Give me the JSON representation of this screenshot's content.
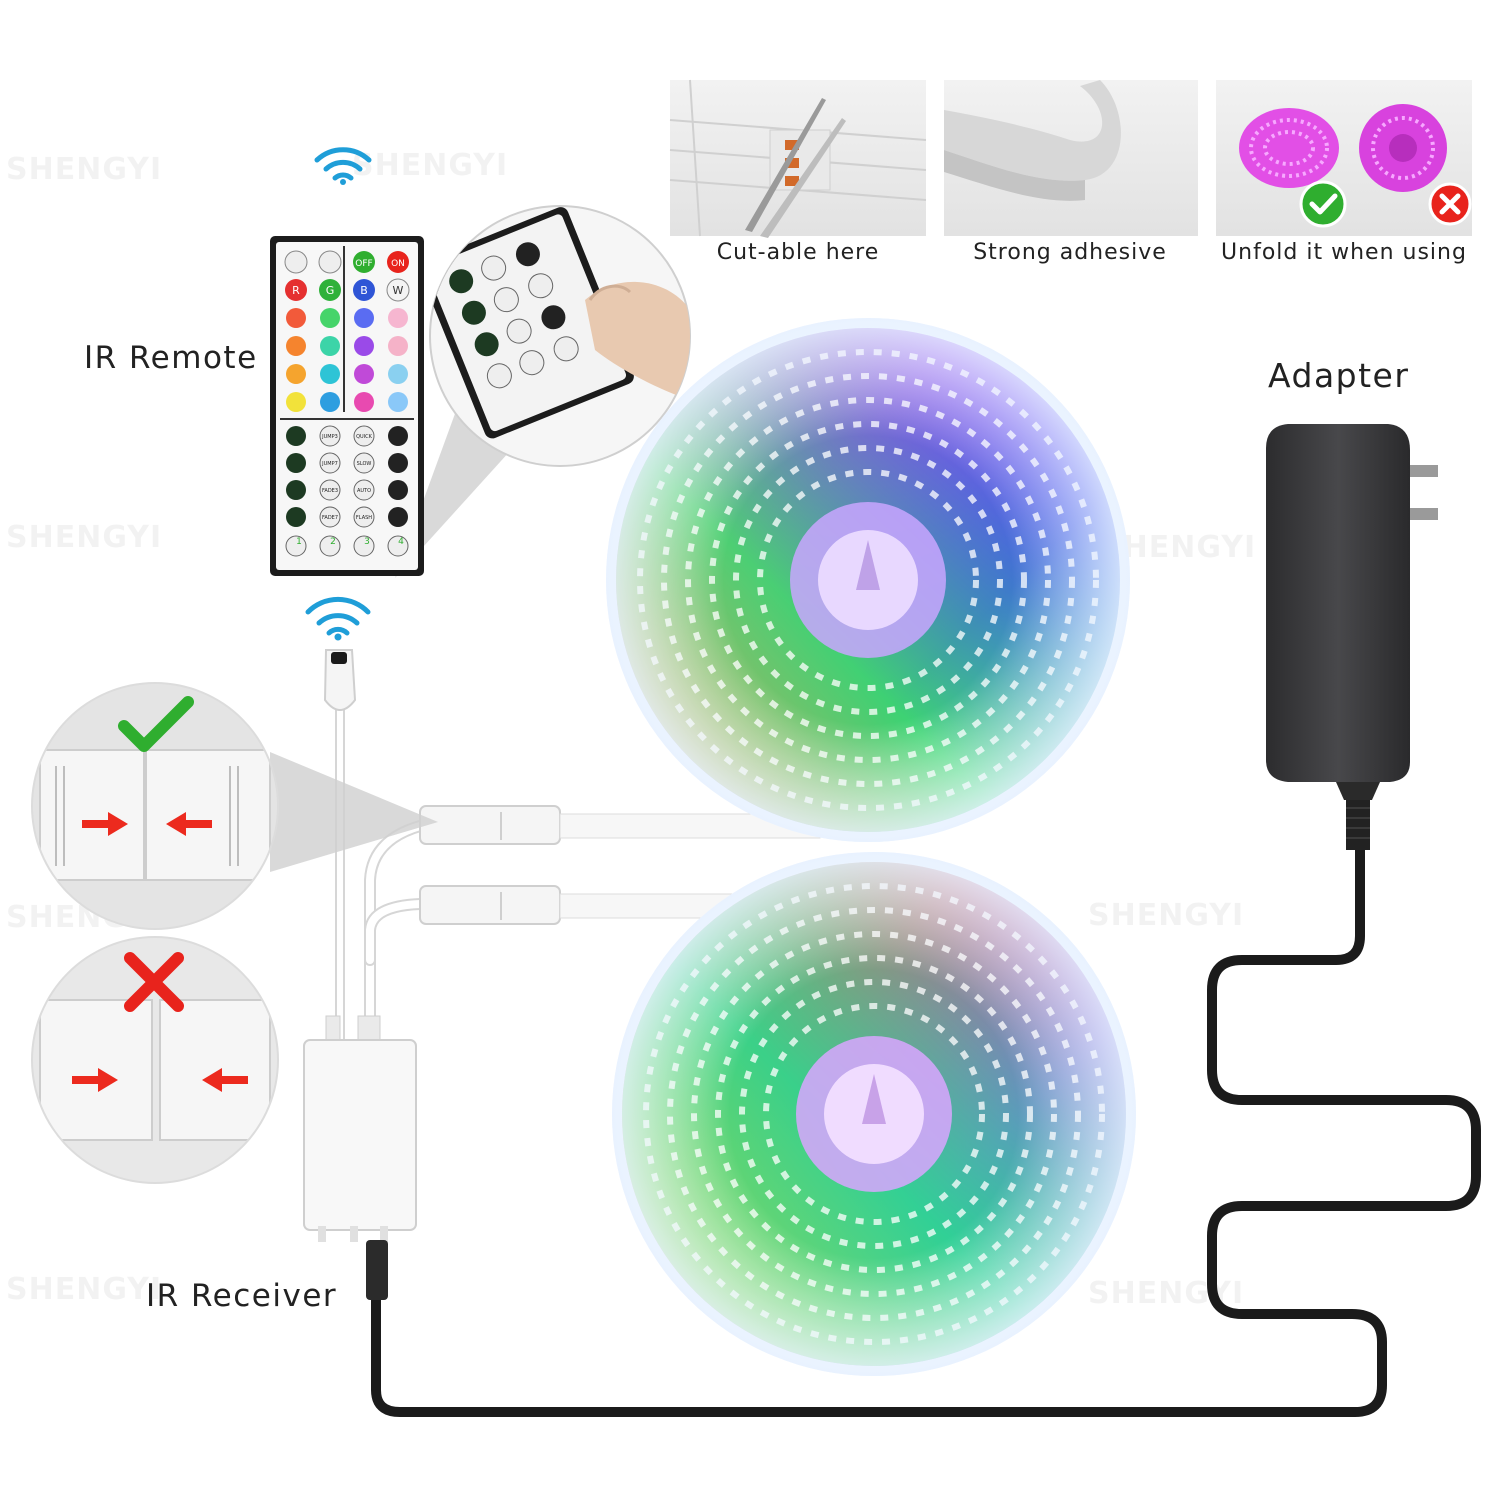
{
  "labels": {
    "ir_remote": "IR Remote",
    "adapter": "Adapter",
    "ir_receiver": "IR Receiver"
  },
  "features": [
    {
      "caption": "Cut-able here",
      "icon": "scissors-cut-icon"
    },
    {
      "caption": "Strong adhesive",
      "icon": "adhesive-tape-icon"
    },
    {
      "caption": "Unfold it when using",
      "icon": "unfold-strip-icon"
    }
  ],
  "remote": {
    "top_row": [
      "OFF",
      "ON"
    ],
    "color_row": [
      "R",
      "G",
      "B",
      "W"
    ],
    "mode_buttons": [
      "JUMP3",
      "QUICK",
      "JUMP7",
      "SLOW",
      "FADE3",
      "AUTO",
      "FADE7",
      "FLASH"
    ],
    "diy_buttons": [
      "1",
      "2",
      "3",
      "4"
    ]
  },
  "watermark": "SHENGYI",
  "colors": {
    "check_green": "#2fae2f",
    "cross_red": "#e8231c",
    "arrow_red": "#ec2a1e",
    "wifi_blue": "#1f9ed8",
    "cable_black": "#1b1b1b",
    "adapter_gray": "#3a3a3c"
  }
}
